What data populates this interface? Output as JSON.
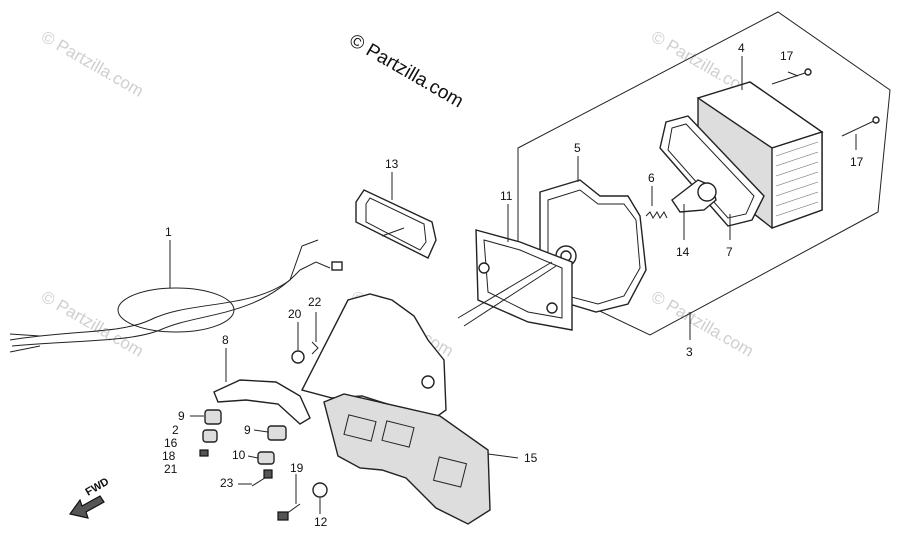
{
  "brand": "© Partzilla.com",
  "watermark": "© Partzilla.com",
  "fwd_label": "FWD",
  "callouts": {
    "c1": "1",
    "c2": "2",
    "c3": "3",
    "c4": "4",
    "c5": "5",
    "c6": "6",
    "c7": "7",
    "c8": "8",
    "c9a": "9",
    "c9b": "9",
    "c10": "10",
    "c11": "11",
    "c12": "12",
    "c13": "13",
    "c14": "14",
    "c15": "15",
    "c16": "16",
    "c17a": "17",
    "c17b": "17",
    "c18": "18",
    "c19": "19",
    "c20": "20",
    "c21": "21",
    "c22": "22",
    "c23": "23"
  }
}
